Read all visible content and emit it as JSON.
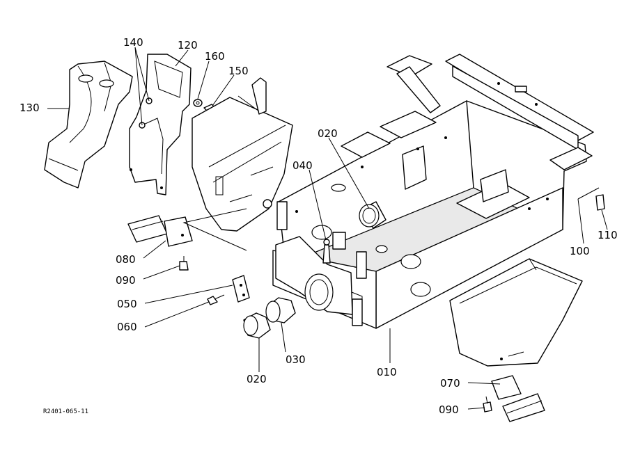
{
  "diagram": {
    "drawing_code": "R2401-065-11",
    "callouts": {
      "p010": "010",
      "p020_a": "020",
      "p020_b": "020",
      "p030": "030",
      "p040": "040",
      "p050": "050",
      "p060": "060",
      "p070": "070",
      "p080": "080",
      "p090_a": "090",
      "p090_b": "090",
      "p100": "100",
      "p110": "110",
      "p120": "120",
      "p130": "130",
      "p140": "140",
      "p150": "150",
      "p160": "160"
    }
  }
}
